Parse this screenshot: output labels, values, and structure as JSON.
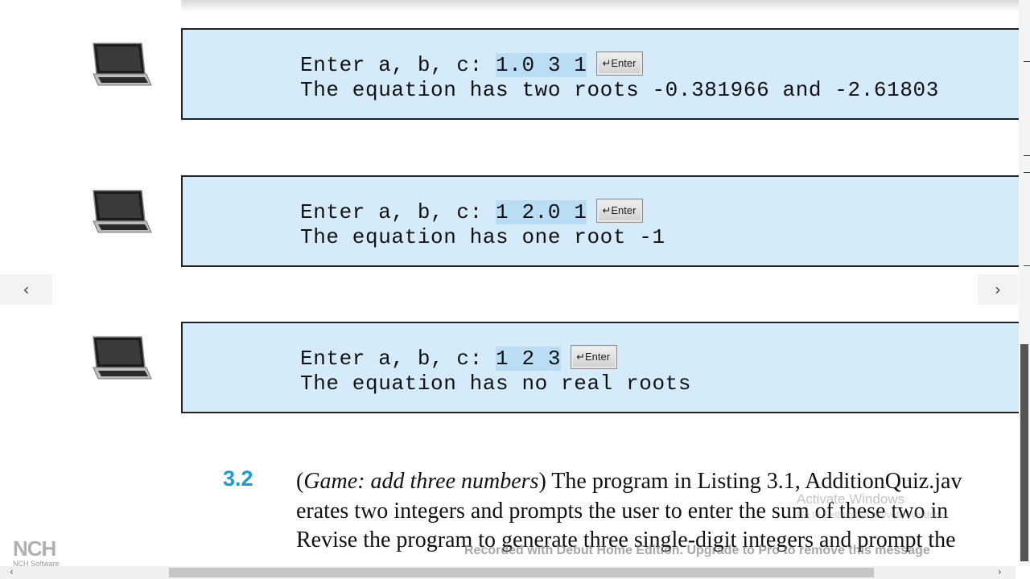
{
  "examples": [
    {
      "prompt": "Enter a, b, c: ",
      "input": "1.0 3 1",
      "enter_label": "Enter",
      "output": "The equation has two roots -0.381966 and -2.61803"
    },
    {
      "prompt": "Enter a, b, c: ",
      "input": "1 2.0 1",
      "enter_label": "Enter",
      "output": "The equation has one root -1"
    },
    {
      "prompt": "Enter a, b, c: ",
      "input": "1 2 3",
      "enter_label": "Enter",
      "output": "The equation has no real roots"
    }
  ],
  "nav": {
    "prev_icon": "‹",
    "next_icon": "›"
  },
  "exercise": {
    "number": "3.2",
    "title": "Game: add three numbers",
    "line1_rest": " The program in Listing 3.1, AdditionQuiz.jav",
    "line2": "erates two integers and prompts the user to enter the sum of these two in",
    "line3": "Revise the program to generate three single-digit integers and prompt the"
  },
  "watermarks": {
    "activate_title": "Activate Windows",
    "activate_sub": "Go to Settings to activate Windows.",
    "recorded": "Recorded with Debut Home Edition. Upgrade to Pro to remove this message"
  },
  "brand": {
    "logo": "NCH",
    "name": "NCH Software"
  },
  "colors": {
    "console_bg": "#d6ebfa",
    "input_highlight": "#b9ddf3",
    "exercise_number": "#1a9bd7"
  }
}
